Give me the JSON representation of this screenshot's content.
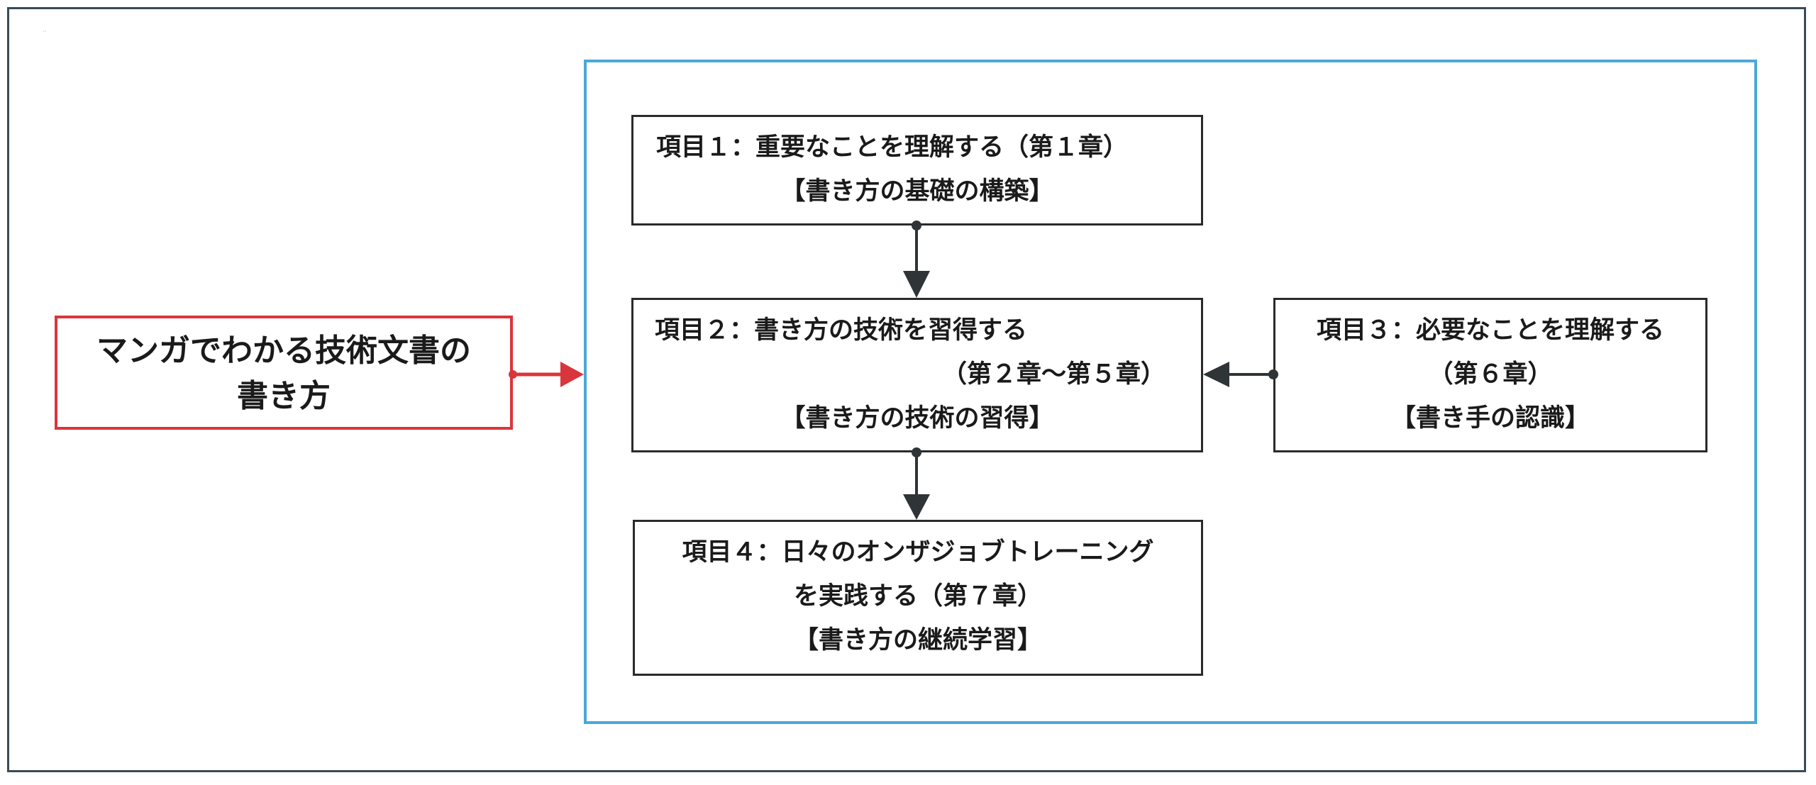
{
  "diagram": {
    "root": {
      "lines": [
        "マンガでわかる技術文書の",
        "書き方"
      ]
    },
    "items": {
      "item1": {
        "lines": [
          "項目１：重要なことを理解する（第１章）",
          "【書き方の基礎の構築】"
        ]
      },
      "item2": {
        "lines": [
          "項目２：書き方の技術を習得する",
          "（第２章～第５章）",
          "【書き方の技術の習得】"
        ]
      },
      "item3": {
        "lines": [
          "項目３：必要なことを理解する",
          "（第６章）",
          "【書き手の認識】"
        ]
      },
      "item4": {
        "lines": [
          "項目４：日々のオンザジョブトレーニング",
          "を実践する（第７章）",
          "【書き方の継続学習】"
        ]
      }
    },
    "colors": {
      "root_border": "#d8363c",
      "group_border": "#4aa8d8",
      "box_border": "#2a2a2a",
      "arrow_dark": "#2f3437",
      "arrow_red": "#d8363c",
      "frame_border": "#3a4a58"
    }
  }
}
